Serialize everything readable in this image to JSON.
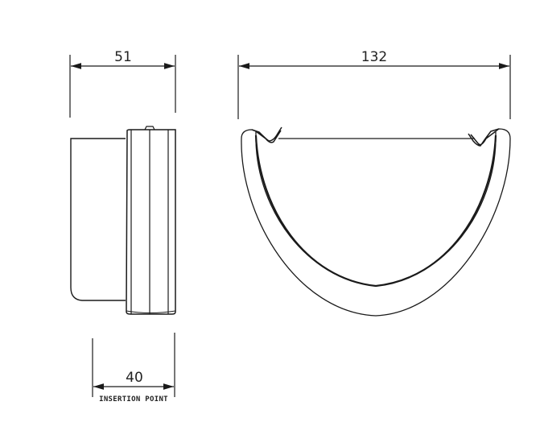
{
  "drawing": {
    "subject": "gutter stop end fitting",
    "units": "mm",
    "colors": {
      "line": "#1a1a1a",
      "text": "#222222",
      "background": "#ffffff"
    }
  },
  "side_view": {
    "overall_width": {
      "value": "51"
    },
    "insertion_width": {
      "value": "40",
      "note": "INSERTION POINT"
    }
  },
  "front_view": {
    "overall_width": {
      "value": "132"
    }
  }
}
